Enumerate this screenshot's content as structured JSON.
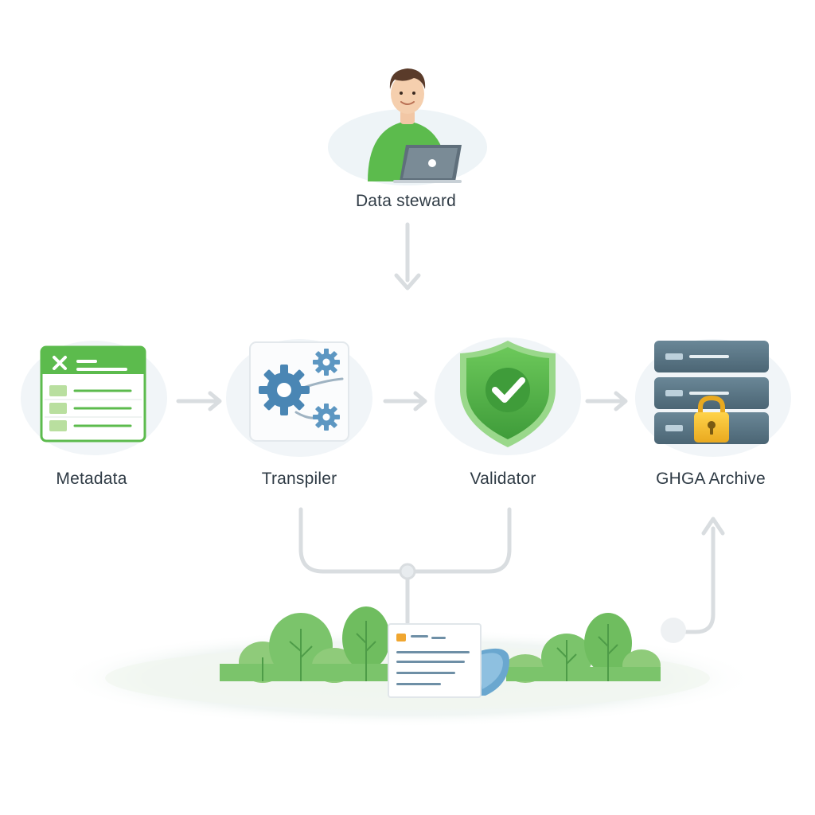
{
  "nodes": {
    "steward": {
      "label": "Data steward"
    },
    "metadata": {
      "label": "Metadata"
    },
    "transpiler": {
      "label": "Transpiler"
    },
    "validator": {
      "label": "Validator"
    },
    "archive": {
      "label": "GHGA Archive"
    }
  },
  "colors": {
    "green": "#5cbb4d",
    "green_dark": "#3f9c3a",
    "blue_gear": "#4a86b4",
    "server_slate": "#56707f",
    "lock_gold": "#f2c12e",
    "connector": "#d9dde0",
    "text": "#2f3b45"
  },
  "icons": {
    "steward": "person-with-laptop-icon",
    "metadata": "spreadsheet-icon",
    "transpiler": "gears-icon",
    "validator": "shield-check-icon",
    "archive": "server-lock-icon",
    "document": "document-scroll-icon"
  }
}
